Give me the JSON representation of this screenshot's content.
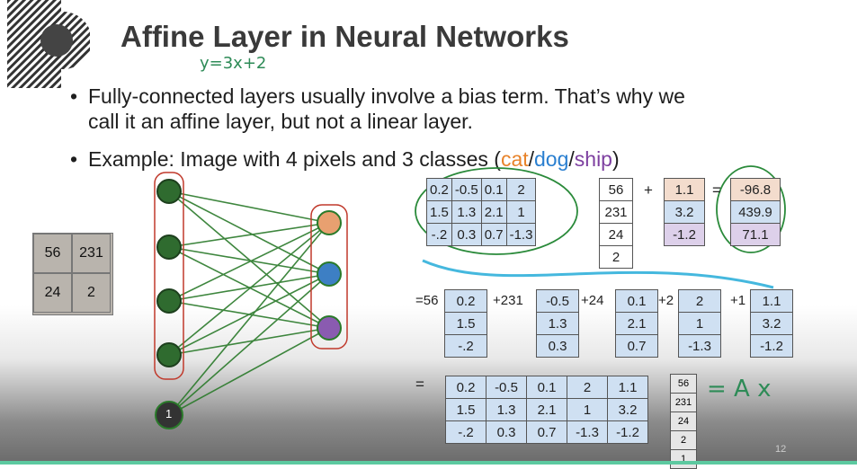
{
  "title": "Affine Layer in Neural Networks",
  "bullets": {
    "b1_line1": "Fully-connected layers usually involve a bias term. That’s why we",
    "b1_line2": "call it an affine layer, but not a linear layer.",
    "b2_prefix": "Example: Image with 4 pixels and 3 classes (",
    "cat": "cat",
    "dog": "dog",
    "ship": "ship",
    "b2_suffix": ")"
  },
  "image_pixels": [
    "56",
    "231",
    "24",
    "2"
  ],
  "weights": [
    [
      "0.2",
      "-0.5",
      "0.1",
      "2"
    ],
    [
      "1.5",
      "1.3",
      "2.1",
      "1"
    ],
    [
      "-.2",
      "0.3",
      "0.7",
      "-1.3"
    ]
  ],
  "x_vec": [
    "56",
    "231",
    "24",
    "2"
  ],
  "bias": [
    "1.1",
    "3.2",
    "-1.2"
  ],
  "result": [
    "-96.8",
    "439.9",
    "71.1"
  ],
  "ops": {
    "plus": "+",
    "eq": "="
  },
  "expansion": {
    "terms": [
      "=56",
      "+231",
      "+24",
      "+2",
      "+1"
    ],
    "cols": [
      [
        "0.2",
        "1.5",
        "-.2"
      ],
      [
        "-0.5",
        "1.3",
        "0.3"
      ],
      [
        "0.1",
        "2.1",
        "0.7"
      ],
      [
        "2",
        "1",
        "-1.3"
      ],
      [
        "1.1",
        "3.2",
        "-1.2"
      ]
    ]
  },
  "combined": {
    "eq": "=",
    "rows": [
      [
        "0.2",
        "-0.5",
        "0.1",
        "2",
        "1.1"
      ],
      [
        "1.5",
        "1.3",
        "2.1",
        "1",
        "3.2"
      ],
      [
        "-.2",
        "0.3",
        "0.7",
        "-1.3",
        "-1.2"
      ]
    ],
    "vec": [
      "56",
      "231",
      "24",
      "2",
      "1"
    ],
    "annotation": "= A x"
  },
  "handwriting": {
    "eq": "y=3x+2"
  },
  "bias_node": "1",
  "page_number": "12"
}
